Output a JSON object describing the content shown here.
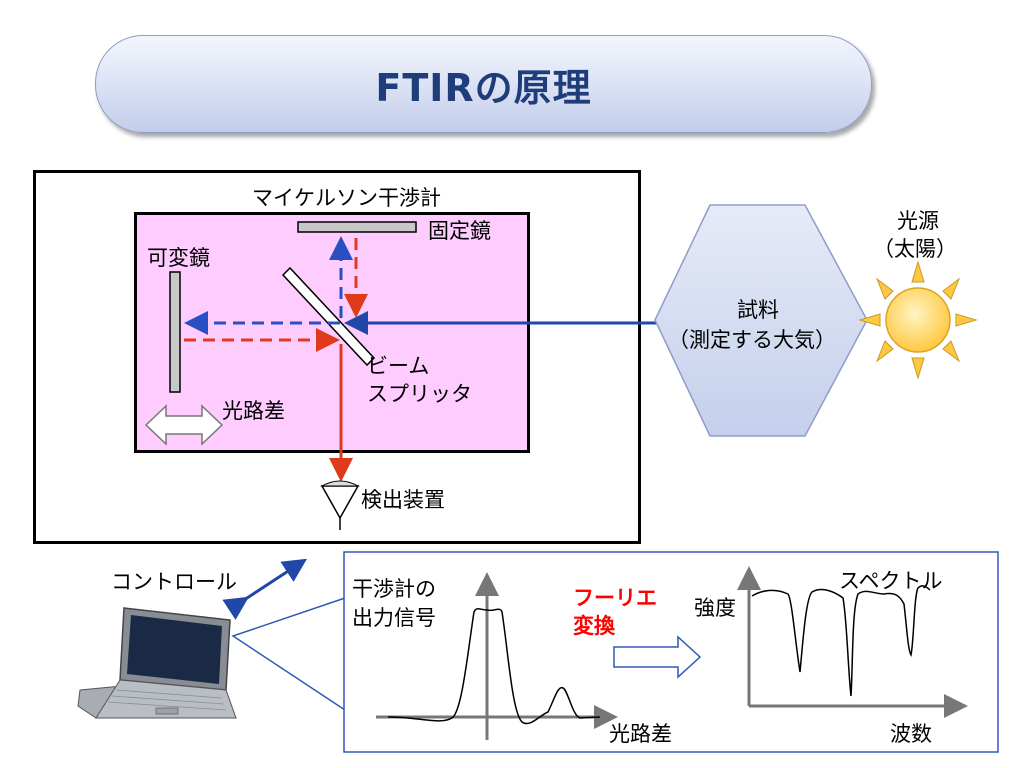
{
  "title": "FTIRの原理",
  "interferometer": {
    "name": "マイケルソン干渉計",
    "fixed_mirror": "固定鏡",
    "movable_mirror": "可変鏡",
    "beam_splitter": [
      "ビーム",
      "スプリッタ"
    ],
    "path_difference": "光路差",
    "detector": "検出装置"
  },
  "sample": {
    "line1": "試料",
    "line2": "（測定する大気）"
  },
  "light_source": {
    "line1": "光源",
    "line2": "（太陽）"
  },
  "control": "コントロール",
  "graphs": {
    "interferogram_label": [
      "干渉計の",
      "出力信号"
    ],
    "interferogram_xlabel": "光路差",
    "fourier": [
      "フーリエ",
      "変換"
    ],
    "spectrum_title": "スペクトル",
    "spectrum_ylabel": "強度",
    "spectrum_xlabel": "波数"
  },
  "colors": {
    "title_text": "#1f3d7a",
    "interferometer_fill": "#ffccff",
    "incoming_beam": "#1f48a8",
    "return_beam": "#2a4fc2",
    "red_beam": "#e03a1c",
    "fourier_label": "#ff0000",
    "sun": "#ffc842",
    "sample_fill": "#d6ddf2"
  }
}
